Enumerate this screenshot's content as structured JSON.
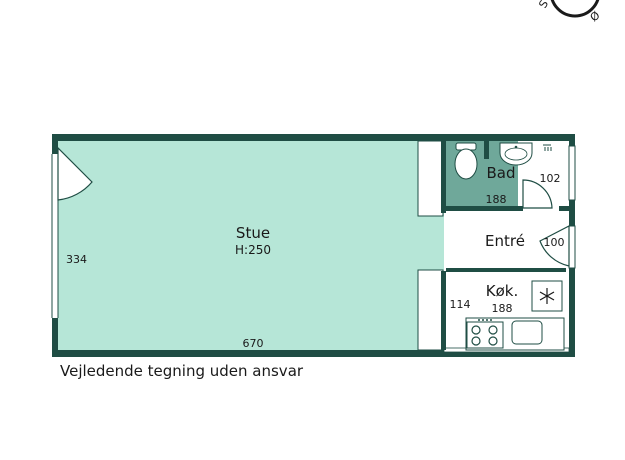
{
  "compass": {
    "south": "S",
    "west": "Ø"
  },
  "rooms": {
    "stue": {
      "name": "Stue",
      "height": "H:250",
      "width_dim": "670",
      "depth_dim": "334"
    },
    "bad": {
      "name": "Bad",
      "dim_a": "188",
      "dim_b": "102"
    },
    "entre": {
      "name": "Entré",
      "dim": "100"
    },
    "kokken": {
      "name": "Køk.",
      "dim_a": "188",
      "dim_b": "114"
    }
  },
  "caption": "Vejledende tegning uden ansvar",
  "colors": {
    "wall": "#1f4d44",
    "floor": "#b6e6d7",
    "bath_floor": "#6fa89a",
    "white": "#ffffff"
  }
}
